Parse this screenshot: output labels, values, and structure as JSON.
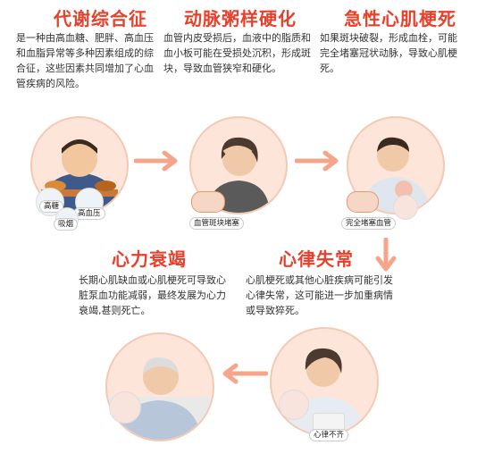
{
  "steps": [
    {
      "title": "代谢综合征",
      "text": "是一种由高血糖、肥胖、高血压和血脂异常等多种因素组成的综合征，这些因素共同增加了心血管疾病的风险。",
      "labels": [
        "高糖",
        "高血压",
        "吸烟"
      ]
    },
    {
      "title": "动脉粥样硬化",
      "text": "血管内皮受损后，血液中的脂质和血小板可能在受损处沉积，形成斑块，导致血管狭窄和硬化。",
      "labels": [
        "血管斑块堵塞"
      ]
    },
    {
      "title": "急性心肌梗死",
      "text": "如果斑块破裂，形成血栓，可能完全堵塞冠状动脉，导致心肌梗死。",
      "labels": [
        "完全堵塞血管"
      ]
    },
    {
      "title": "心律失常",
      "text": "心肌梗死或其他心脏疾病可能引发心律失常，这可能进一步加重病情或导致猝死。",
      "labels": [
        "心律不齐"
      ]
    },
    {
      "title": "心力衰竭",
      "text": "长期心肌缺血或心肌梗死可导致心脏泵血功能减弱，最终发展为心力衰竭,甚则死亡。",
      "labels": []
    }
  ],
  "colors": {
    "accent": "#e8402a",
    "arrow": "#f5a58a",
    "circle_bg": "#fde6d9"
  }
}
